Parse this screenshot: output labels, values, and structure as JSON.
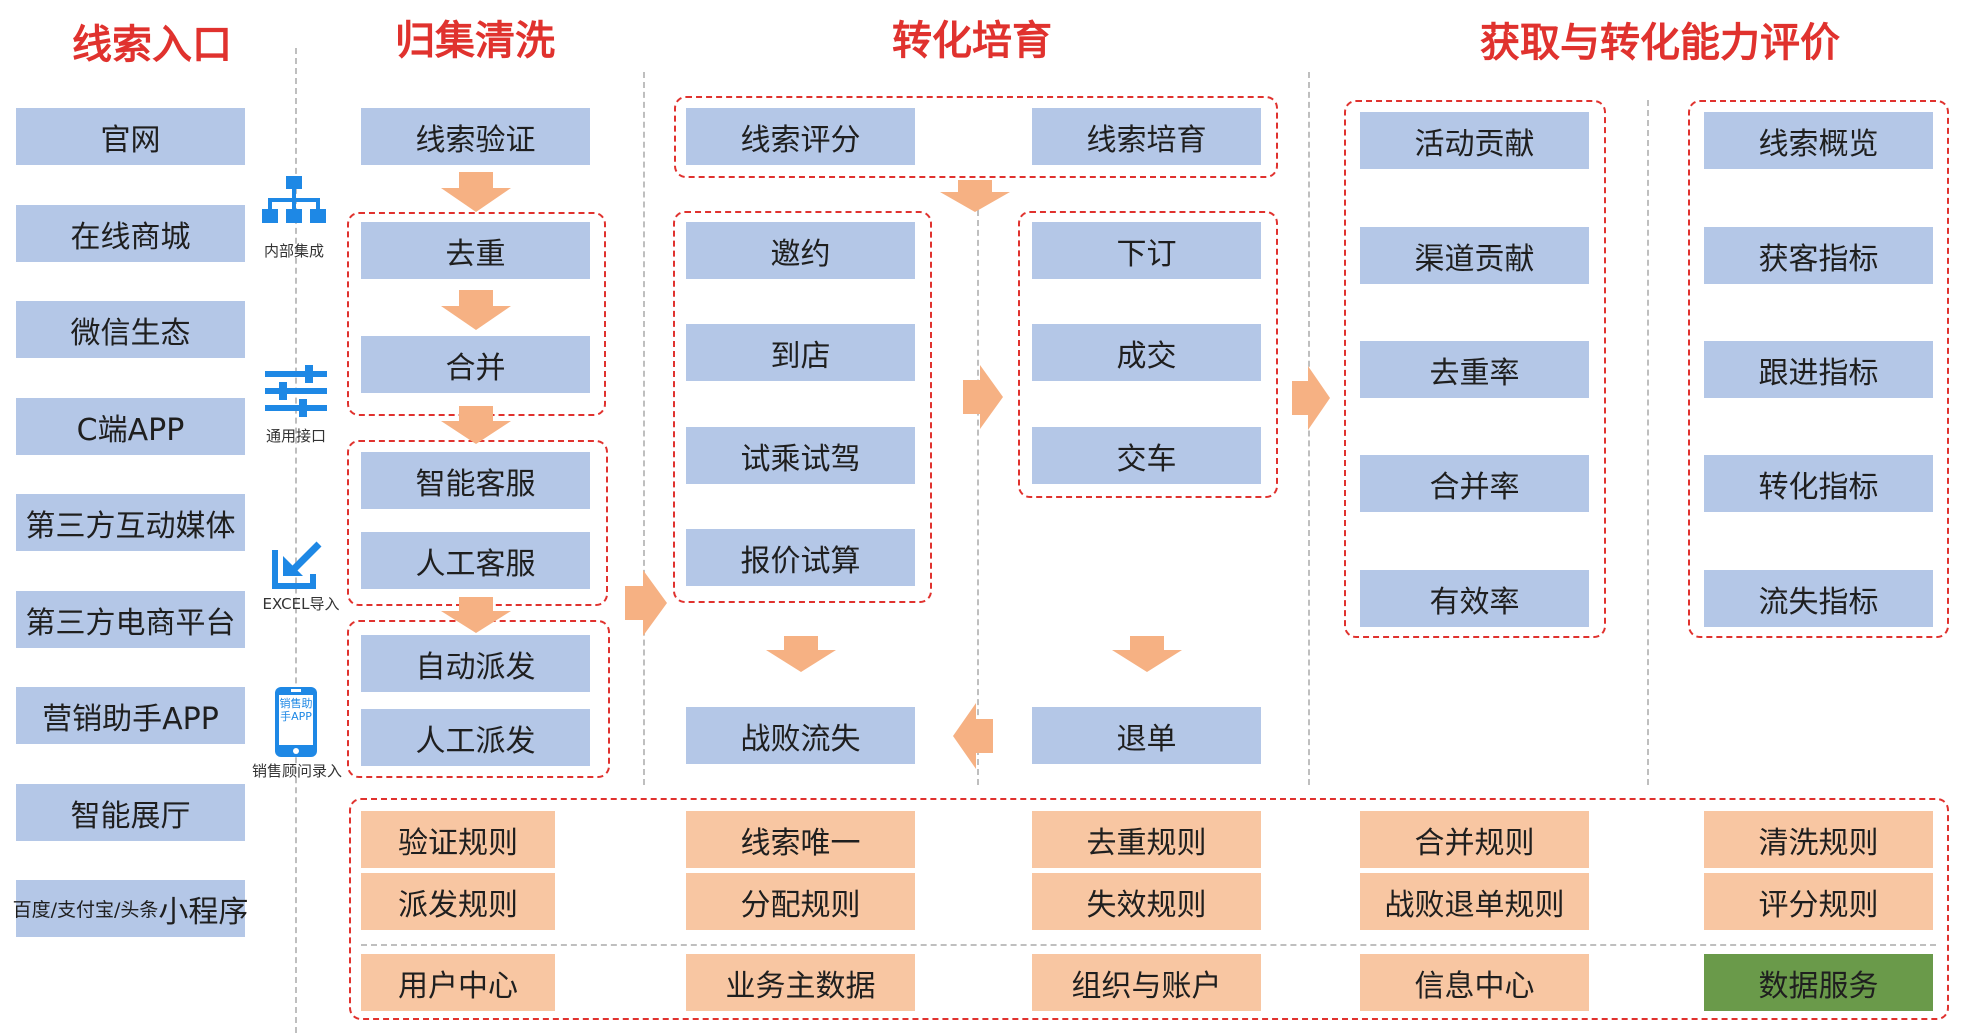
{
  "headings": {
    "sources": "线索入口",
    "clean": "归集清洗",
    "nurture": "转化培育",
    "evaluate": "获取与转化能力评价"
  },
  "sources": {
    "items": [
      "官网",
      "在线商城",
      "微信生态",
      "C端APP",
      "第三方互动媒体",
      "第三方电商平台",
      "营销助手APP",
      "智能展厅"
    ],
    "last_small": "百度/支付宝/头条",
    "last_big": "小程序"
  },
  "integration": {
    "internal": "内部集成",
    "api": "通用接口",
    "excel": "EXCEL导入",
    "sales_app_icon": "销售助手APP",
    "sales_manual": "销售顾问录入"
  },
  "clean": {
    "verify": "线索验证",
    "dedupe": "去重",
    "merge": "合并",
    "smart_service": "智能客服",
    "manual_service": "人工客服",
    "auto_dispatch": "自动派发",
    "manual_dispatch": "人工派发"
  },
  "nurture": {
    "score": "线索评分",
    "cultivate": "线索培育",
    "invite": "邀约",
    "visit": "到店",
    "test_drive": "试乘试驾",
    "quote": "报价试算",
    "order": "下订",
    "deal": "成交",
    "delivery": "交车",
    "lost": "战败流失",
    "refund": "退单"
  },
  "evaluate": {
    "left": [
      "活动贡献",
      "渠道贡献",
      "去重率",
      "合并率",
      "有效率"
    ],
    "right": [
      "线索概览",
      "获客指标",
      "跟进指标",
      "转化指标",
      "流失指标"
    ]
  },
  "rules": {
    "row1": [
      "验证规则",
      "线索唯一",
      "去重规则",
      "合并规则",
      "清洗规则"
    ],
    "row2": [
      "派发规则",
      "分配规则",
      "失效规则",
      "战败退单规则",
      "评分规则"
    ]
  },
  "platform": {
    "items": [
      "用户中心",
      "业务主数据",
      "组织与账户",
      "信息中心",
      "数据服务"
    ]
  },
  "colors": {
    "heading_red": "#e0322e",
    "box_blue": "#b4c7e7",
    "rule_orange": "#f8c6a2",
    "service_green": "#6a9a4a",
    "arrow_orange": "#f6b183",
    "icon_blue": "#1e88e5"
  }
}
